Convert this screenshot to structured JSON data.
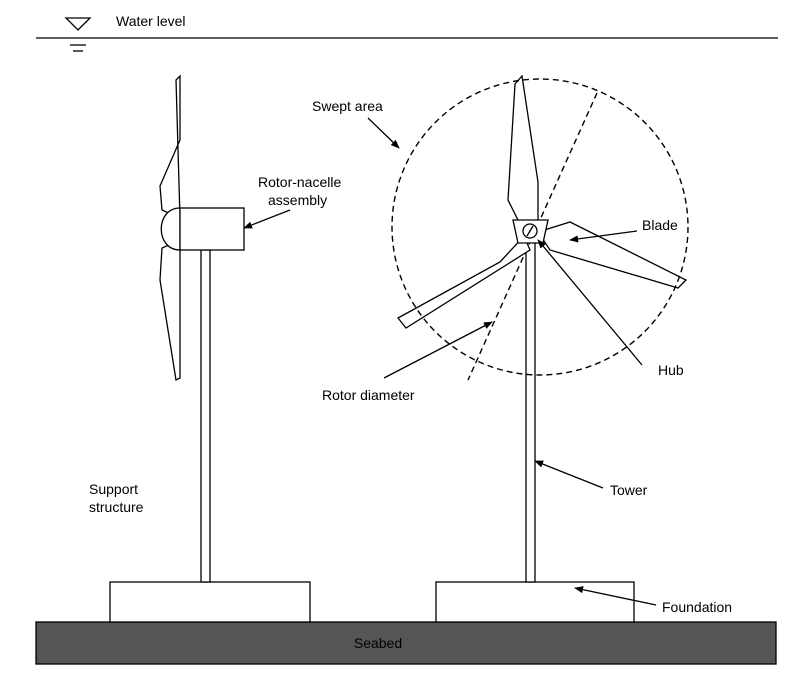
{
  "labels": {
    "water_level": "Water level",
    "swept_area": "Swept area",
    "rotor_nacelle_line1": "Rotor-nacelle",
    "rotor_nacelle_line2": "assembly",
    "blade": "Blade",
    "hub": "Hub",
    "rotor_diameter": "Rotor diameter",
    "support_line1": "Support",
    "support_line2": "structure",
    "tower": "Tower",
    "foundation": "Foundation",
    "seabed": "Seabed"
  },
  "colors": {
    "line": "#000000",
    "seabed": "#555555",
    "background": "#ffffff"
  }
}
